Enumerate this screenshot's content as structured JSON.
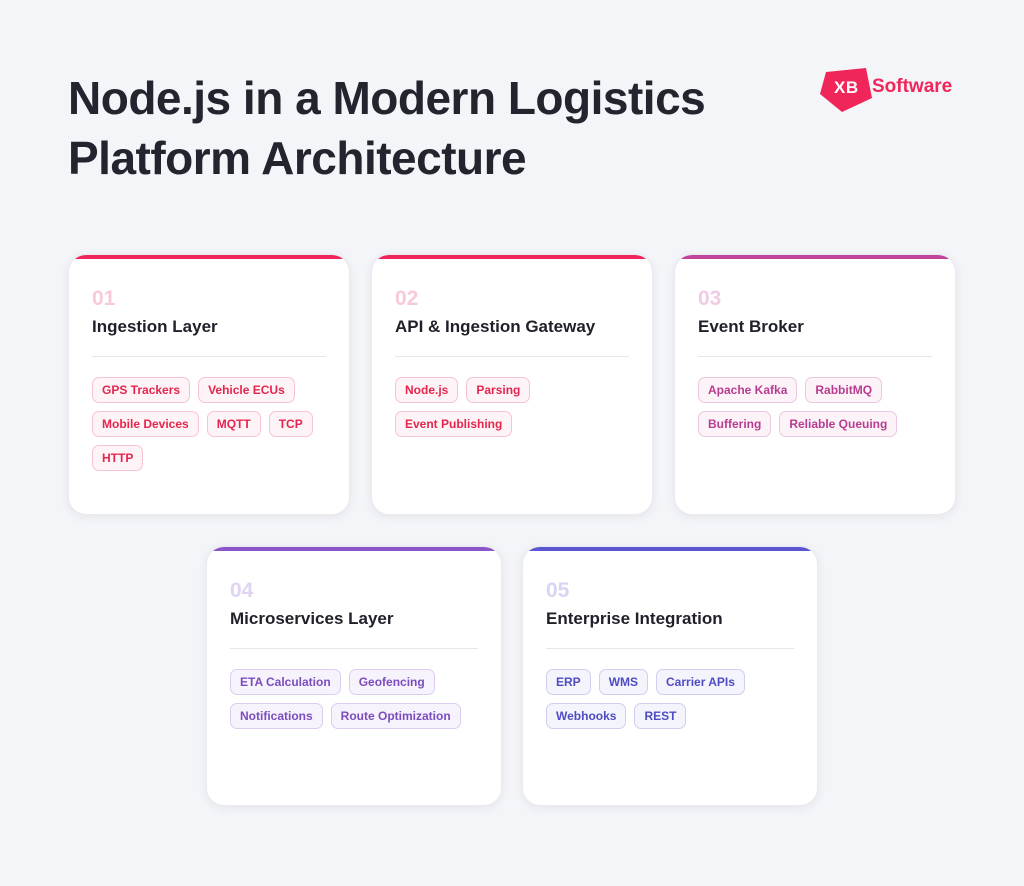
{
  "header": {
    "title_line1": "Node.js in a Modern Logistics",
    "title_line2": "Platform Architecture"
  },
  "logo": {
    "mark": "XB",
    "text": "Software",
    "color": "#f0265a"
  },
  "cards": [
    {
      "number": "01",
      "title": "Ingestion Layer",
      "accent": "#f0265a",
      "tags": [
        "GPS Trackers",
        "Vehicle ECUs",
        "Mobile Devices",
        "MQTT",
        "TCP",
        "HTTP"
      ]
    },
    {
      "number": "02",
      "title": "API & Ingestion Gateway",
      "accent": "#f0265a",
      "tags": [
        "Node.js",
        "Parsing",
        "Event Publishing"
      ]
    },
    {
      "number": "03",
      "title": "Event Broker",
      "accent": "#c0449a",
      "tags": [
        "Apache Kafka",
        "RabbitMQ",
        "Buffering",
        "Reliable Queuing"
      ]
    },
    {
      "number": "04",
      "title": "Microservices Layer",
      "accent": "#8a55c9",
      "tags": [
        "ETA Calculation",
        "Geofencing",
        "Notifications",
        "Route Optimization"
      ]
    },
    {
      "number": "05",
      "title": "Enterprise Integration",
      "accent": "#5a56d0",
      "tags": [
        "ERP",
        "WMS",
        "Carrier APIs",
        "Webhooks",
        "REST"
      ]
    }
  ]
}
